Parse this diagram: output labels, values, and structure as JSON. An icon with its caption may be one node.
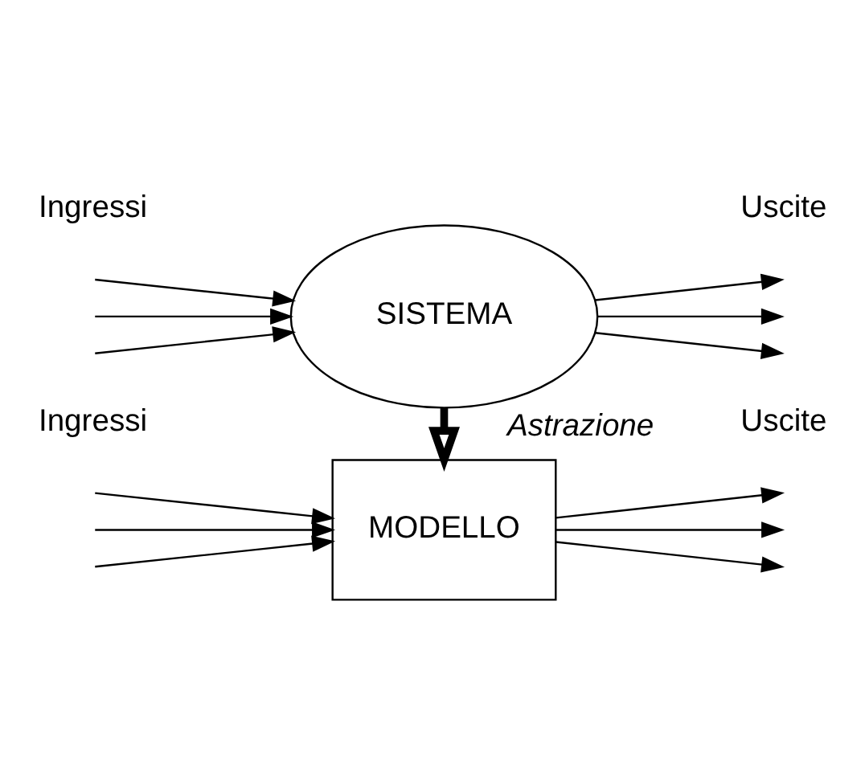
{
  "diagram": {
    "nodes": [
      {
        "text": [
          "SISTEMA"
        ]
      },
      {
        "text": [
          "MODELLO"
        ]
      }
    ],
    "edges": [
      {
        "from": null,
        "to": 0,
        "arrow": "to"
      },
      {
        "from": null,
        "to": 0,
        "arrow": "to"
      },
      {
        "from": null,
        "to": 0,
        "arrow": "to"
      },
      {
        "from": 0,
        "to": null,
        "arrow": "to"
      },
      {
        "from": 0,
        "to": null,
        "arrow": "to"
      },
      {
        "from": 0,
        "to": null,
        "arrow": "to"
      },
      {
        "from": 0,
        "to": 1,
        "arrow": "to",
        "label": "Astrazione",
        "style": "thick"
      },
      {
        "from": null,
        "to": 1,
        "arrow": "to"
      },
      {
        "from": null,
        "to": 1,
        "arrow": "to"
      },
      {
        "from": null,
        "to": 1,
        "arrow": "to"
      },
      {
        "from": 1,
        "to": null,
        "arrow": "to"
      },
      {
        "from": 1,
        "to": null,
        "arrow": "to"
      },
      {
        "from": 1,
        "to": null,
        "arrow": "to"
      }
    ],
    "labels": [
      "Ingressi",
      "Uscite",
      "Ingressi",
      "Uscite"
    ]
  }
}
